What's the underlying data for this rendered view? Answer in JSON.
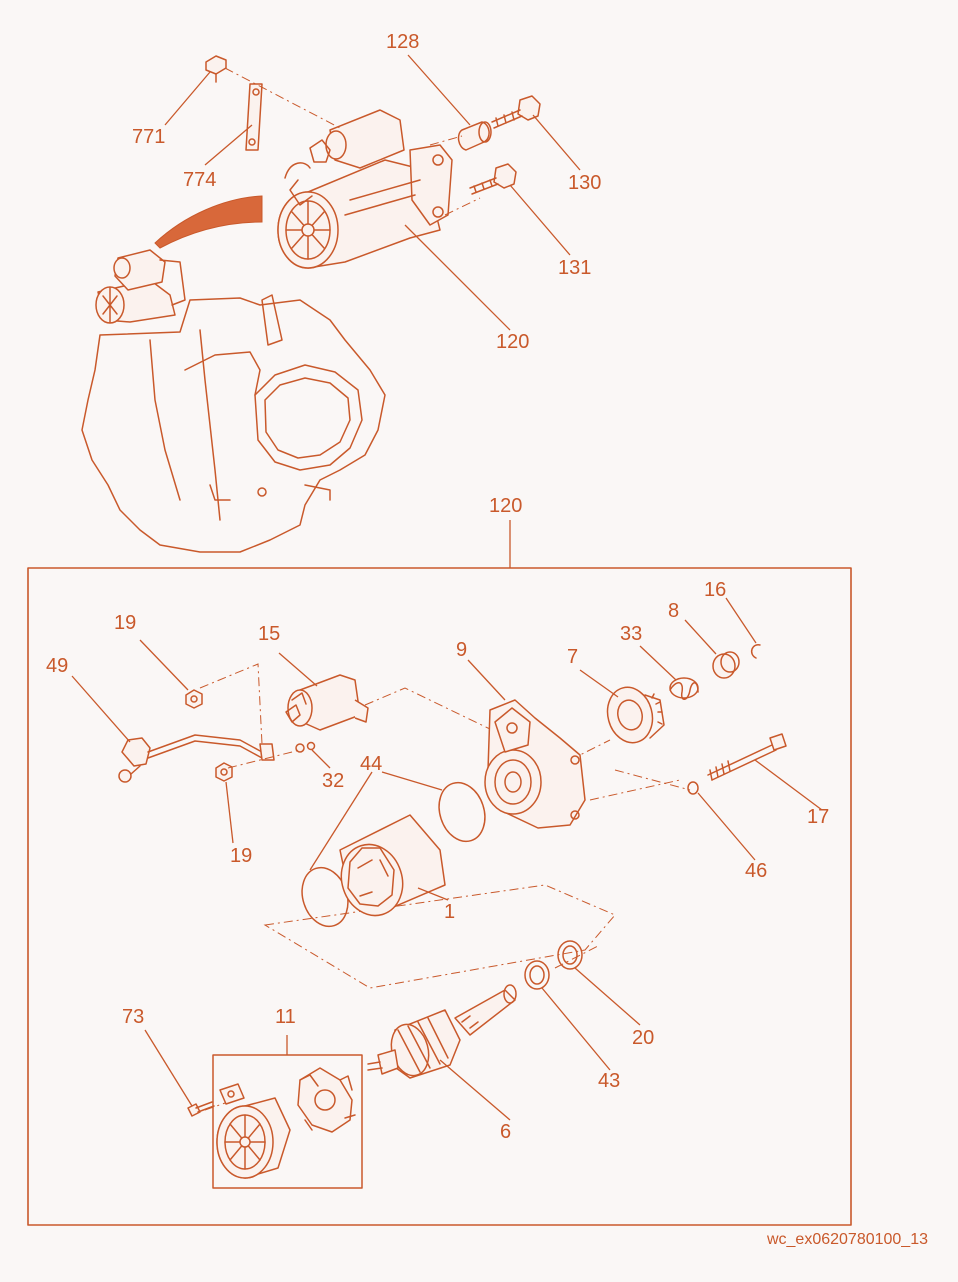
{
  "diagram": {
    "reference_code": "wc_ex0620780100_13",
    "colors": {
      "line": "#c9592b",
      "fill_arrow": "#d8683a",
      "background": "#faf7f6"
    },
    "callouts": {
      "c128": "128",
      "c771": "771",
      "c774": "774",
      "c130": "130",
      "c131": "131",
      "c120_top": "120",
      "c120_box": "120",
      "c19_a": "19",
      "c19_b": "19",
      "c15": "15",
      "c49": "49",
      "c32": "32",
      "c44": "44",
      "c9": "9",
      "c33": "33",
      "c8": "8",
      "c16": "16",
      "c7": "7",
      "c17": "17",
      "c46": "46",
      "c1": "1",
      "c20": "20",
      "c43": "43",
      "c73": "73",
      "c11": "11",
      "c6": "6"
    }
  }
}
